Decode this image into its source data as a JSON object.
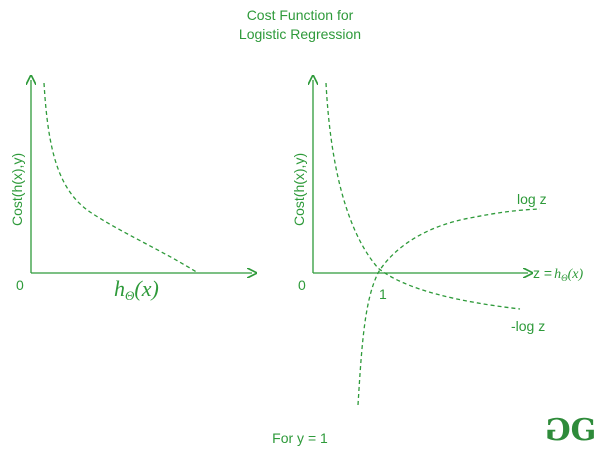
{
  "title": {
    "line1": "Cost Function for",
    "line2": "Logistic Regression"
  },
  "left_plot": {
    "ylabel": "Cost(h(x),y)",
    "origin": "0",
    "xlabel_main": "h",
    "xlabel_sub": "Θ",
    "xlabel_arg": "(x)"
  },
  "right_plot": {
    "ylabel": "Cost(h(x),y)",
    "origin": "0",
    "tick_one": "1",
    "xlabel_prefix": "z =",
    "xlabel_main": "h",
    "xlabel_sub": "Θ",
    "xlabel_arg": "(x)",
    "curve_log_label": "log z",
    "curve_neglog_label": "-log z"
  },
  "footer": "For y = 1",
  "logo": {
    "text_left": "G",
    "text_right": "G",
    "name": "gfg-logo"
  },
  "colors": {
    "accent": "#2e9a3a"
  }
}
